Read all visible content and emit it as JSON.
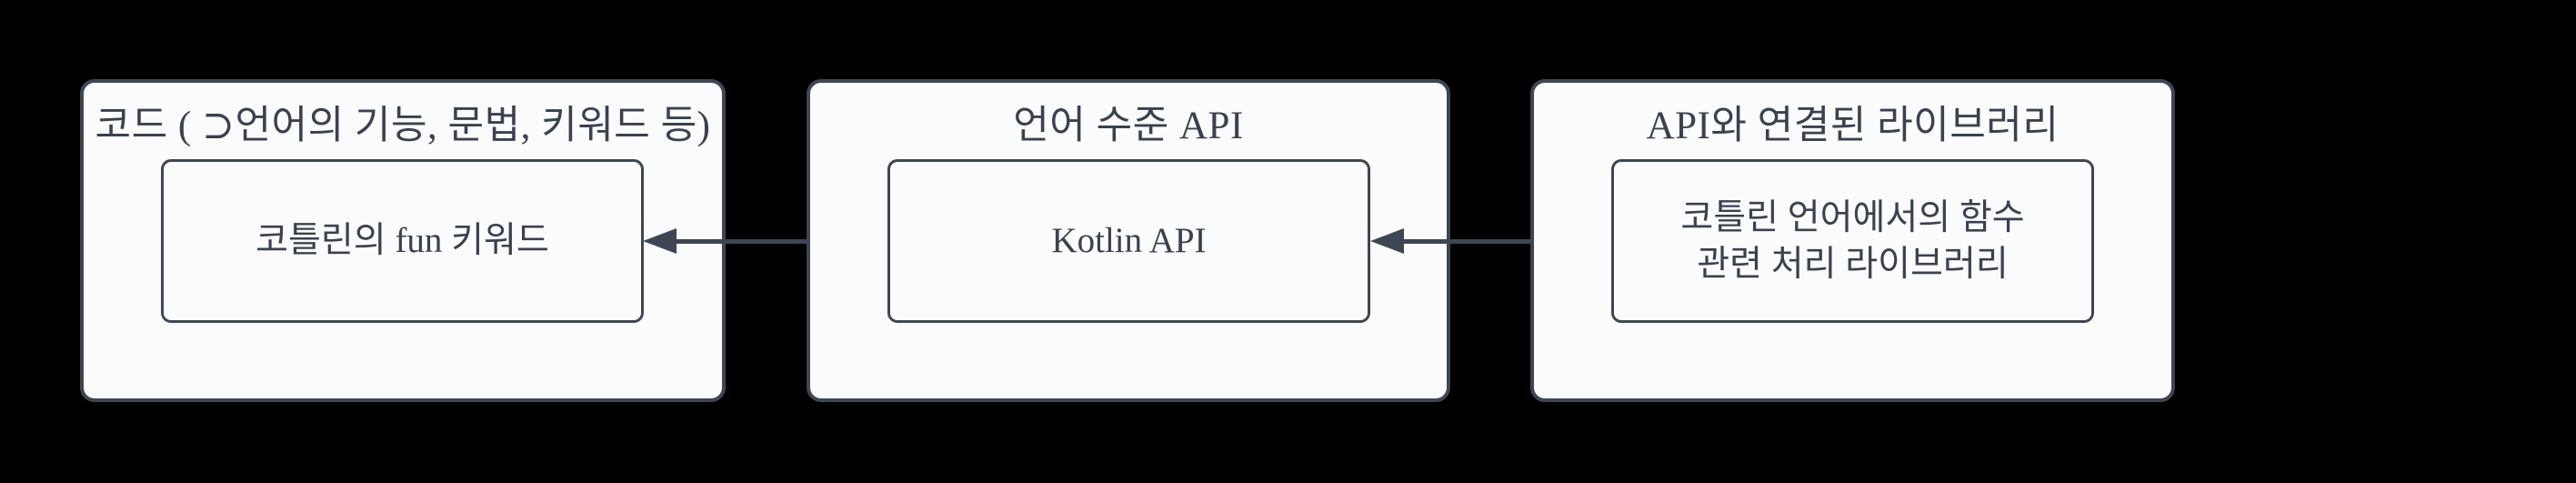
{
  "background_color": "#000000",
  "colors": {
    "box_fill": "#fbfbfc",
    "stroke": "#3f4653",
    "text": "#3a4150"
  },
  "diagram": {
    "nodes": [
      {
        "id": "code",
        "title": "코드 ( ⊃언어의 기능, 문법, 키워드 등)",
        "inner_label": "코틀린의 fun 키워드"
      },
      {
        "id": "language-level-api",
        "title": "언어 수준 API",
        "inner_label": "Kotlin API"
      },
      {
        "id": "api-linked-library",
        "title": "API와 연결된 라이브러리",
        "inner_label": "코틀린 언어에서의 함수\n관련 처리 라이브러리"
      }
    ],
    "connectors": [
      {
        "type": "double-headed-arrow",
        "from": "코틀린의 fun 키워드",
        "to": "Kotlin API"
      },
      {
        "type": "double-headed-arrow",
        "from": "Kotlin API",
        "to": "코틀린 언어에서의 함수 관련 처리 라이브러리"
      }
    ]
  }
}
